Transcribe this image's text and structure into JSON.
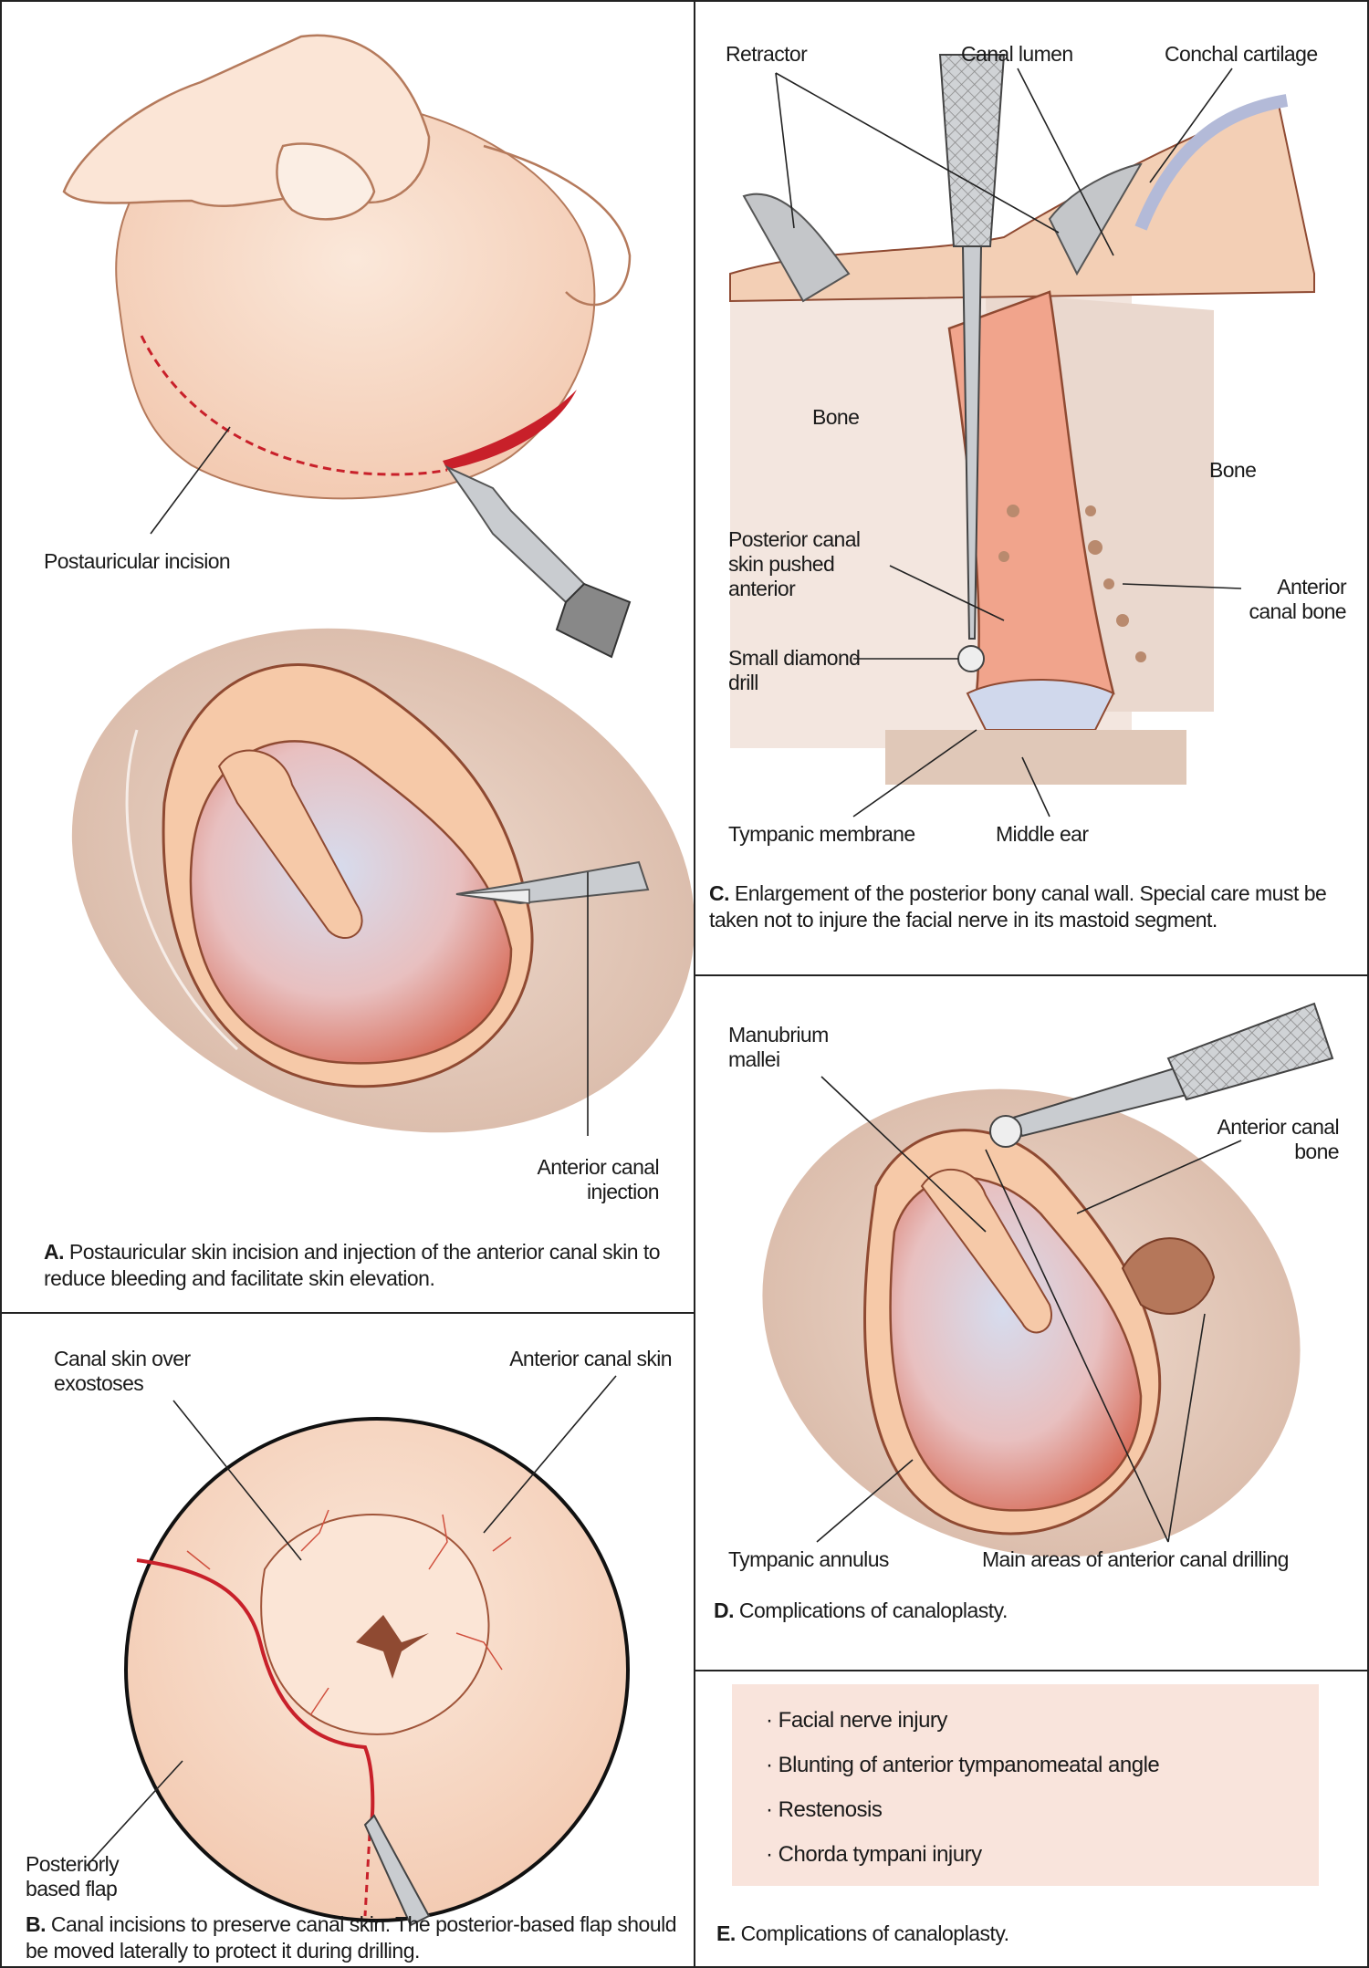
{
  "panel_a": {
    "labels": {
      "postauricular_incision": "Postauricular incision",
      "anterior_canal_injection_1": "Anterior canal",
      "anterior_canal_injection_2": "injection"
    },
    "caption_letter": "A.",
    "caption_text": "Postauricular skin incision and injection of the anterior canal skin to reduce bleeding and facilitate skin elevation."
  },
  "panel_b": {
    "labels": {
      "canal_skin_1": "Canal skin over",
      "canal_skin_2": "exostoses",
      "anterior_canal_skin": "Anterior canal skin",
      "flap_1": "Posteriorly",
      "flap_2": "based flap"
    },
    "caption_letter": "B.",
    "caption_text": "Canal incisions to preserve canal skin. The posterior-based flap should be moved laterally to protect it during drilling."
  },
  "panel_c": {
    "labels": {
      "retractor": "Retractor",
      "canal_lumen": "Canal lumen",
      "conchal_cartilage": "Conchal cartilage",
      "bone_left": "Bone",
      "bone_right": "Bone",
      "posterior_skin_1": "Posterior canal",
      "posterior_skin_2": "skin pushed",
      "posterior_skin_3": "anterior",
      "drill_1": "Small diamond",
      "drill_2": "drill",
      "anterior_bone_1": "Anterior",
      "anterior_bone_2": "canal bone",
      "tympanic_membrane": "Tympanic membrane",
      "middle_ear": "Middle ear"
    },
    "caption_letter": "C.",
    "caption_text": "Enlargement of the posterior bony canal wall. Special care must be taken not to injure the facial nerve in its mastoid segment."
  },
  "panel_d": {
    "labels": {
      "manubrium_1": "Manubrium",
      "manubrium_2": "mallei",
      "anterior_bone_1": "Anterior canal",
      "anterior_bone_2": "bone",
      "tympanic_annulus": "Tympanic annulus",
      "main_areas": "Main areas of anterior canal drilling"
    },
    "caption_letter": "D.",
    "caption_text": "Complications of canaloplasty."
  },
  "panel_e": {
    "items": [
      "· Facial nerve injury",
      "· Blunting of anterior tympanomeatal angle",
      "· Restenosis",
      "· Chorda tympani injury"
    ],
    "caption_letter": "E.",
    "caption_text": "Complications of canaloplasty."
  },
  "colors": {
    "skin": "#f8d9c4",
    "outline": "#a0553a",
    "incision": "#c8202a",
    "membrane": "#d8dcec",
    "box": "#f9e4dc",
    "instrument": "#b8bcc0"
  }
}
